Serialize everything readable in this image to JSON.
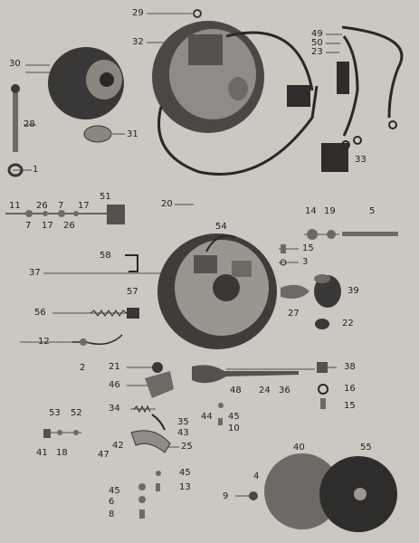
{
  "callouts": {
    "c1": "1",
    "c2": "2",
    "c3": "3",
    "c4": "4",
    "c5": "5",
    "c6": "6",
    "c7a": "7",
    "c7b": "7",
    "c8": "8",
    "c9": "9",
    "c10": "10",
    "c11": "11",
    "c12": "12",
    "c13": "13",
    "c14": "14",
    "c15a": "15",
    "c15b": "15",
    "c16": "16",
    "c17a": "17",
    "c17b": "17",
    "c18": "18",
    "c19": "19",
    "c20": "20",
    "c21": "21",
    "c22": "22",
    "c23": "23",
    "c24": "24",
    "c25": "25",
    "c26a": "26",
    "c26b": "26",
    "c27": "27",
    "c28": "28",
    "c29": "29",
    "c30": "30",
    "c31": "31",
    "c32": "32",
    "c33": "33",
    "c34": "34",
    "c35": "35",
    "c36": "36",
    "c37": "37",
    "c38": "38",
    "c39": "39",
    "c40": "40",
    "c41": "41",
    "c42": "42",
    "c43": "43",
    "c44": "44",
    "c45a": "45",
    "c45b": "45",
    "c45c": "45",
    "c46": "46",
    "c47": "47",
    "c48": "48",
    "c49": "49",
    "c50": "50",
    "c51": "51",
    "c52": "52",
    "c53": "53",
    "c54": "54",
    "c55": "55",
    "c56": "56",
    "c57": "57",
    "c58": "58"
  },
  "colors": {
    "paper": "#cbc7c1",
    "ink": "#1f1f1f",
    "part_dark": "#3a3836",
    "part_mid": "#6d6a66",
    "part_light": "#9c9893"
  }
}
